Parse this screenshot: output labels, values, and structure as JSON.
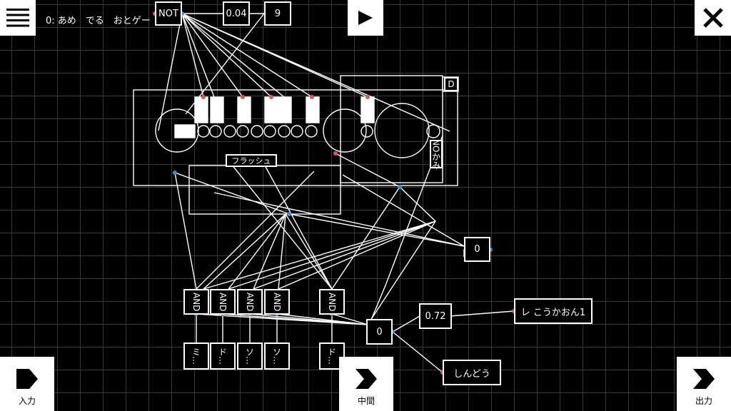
{
  "header": {
    "stage_title": "0: あめ　でる　おとゲー",
    "menu_icon": "hamburger-menu-icon",
    "play_icon": "play-icon",
    "close_icon": "close-x-icon"
  },
  "nodes": {
    "not_gate": "NOT",
    "value_004": "0.04",
    "value_9": "9",
    "label_d": "D",
    "label_flash": "フラッシュ",
    "vertical_label": "NOかみ",
    "counter_right": "0",
    "counter_mid": "0",
    "value_072": "0.72",
    "sound_out": "レ こうかおん1",
    "vibration_out": "しんどう",
    "and_gates": [
      "AND",
      "AND",
      "AND",
      "AND",
      "AND"
    ],
    "small_outputs": [
      "ミ…",
      "ド…",
      "ソ…",
      "ソ…",
      "ド…"
    ]
  },
  "bottom_bar": {
    "input_label": "入力",
    "middle_label": "中間",
    "output_label": "出力"
  },
  "colors": {
    "background": "#000000",
    "grid": "#3a3a3a",
    "wire": "#ffffff",
    "input_port": "#e05555",
    "output_port": "#3a8fd6"
  }
}
